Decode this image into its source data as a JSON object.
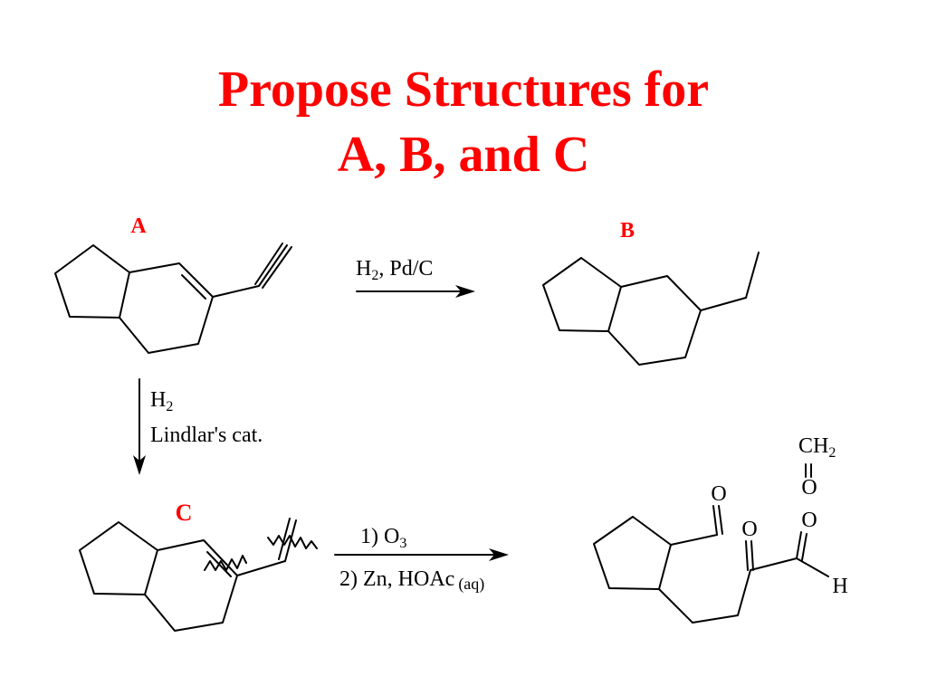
{
  "slide": {
    "title_line1": "Propose Structures for",
    "title_line2": "A, B, and C",
    "title_color": "#ff0000",
    "label_color": "#ff0000",
    "ink_color": "#000000"
  },
  "labels": {
    "a": "A",
    "b": "B",
    "c": "C"
  },
  "reactions": {
    "a_to_b": {
      "reagent": "H",
      "sub": "2",
      "tail": ", Pd/C"
    },
    "a_to_c": {
      "line1": "H",
      "line1_sub": "2",
      "line2": "Lindlar's cat."
    },
    "c_to_product": {
      "step1": "1) O",
      "step1_sub": "3",
      "step2": "2) Zn, HOAc",
      "step2_sub": "(aq)"
    }
  },
  "product": {
    "o_aldehyde": "O",
    "o_ketone": "O",
    "o_terminal": "O",
    "o_formaldehyde": "O",
    "ch2": "CH",
    "ch2_sub": "2",
    "h": "H"
  }
}
